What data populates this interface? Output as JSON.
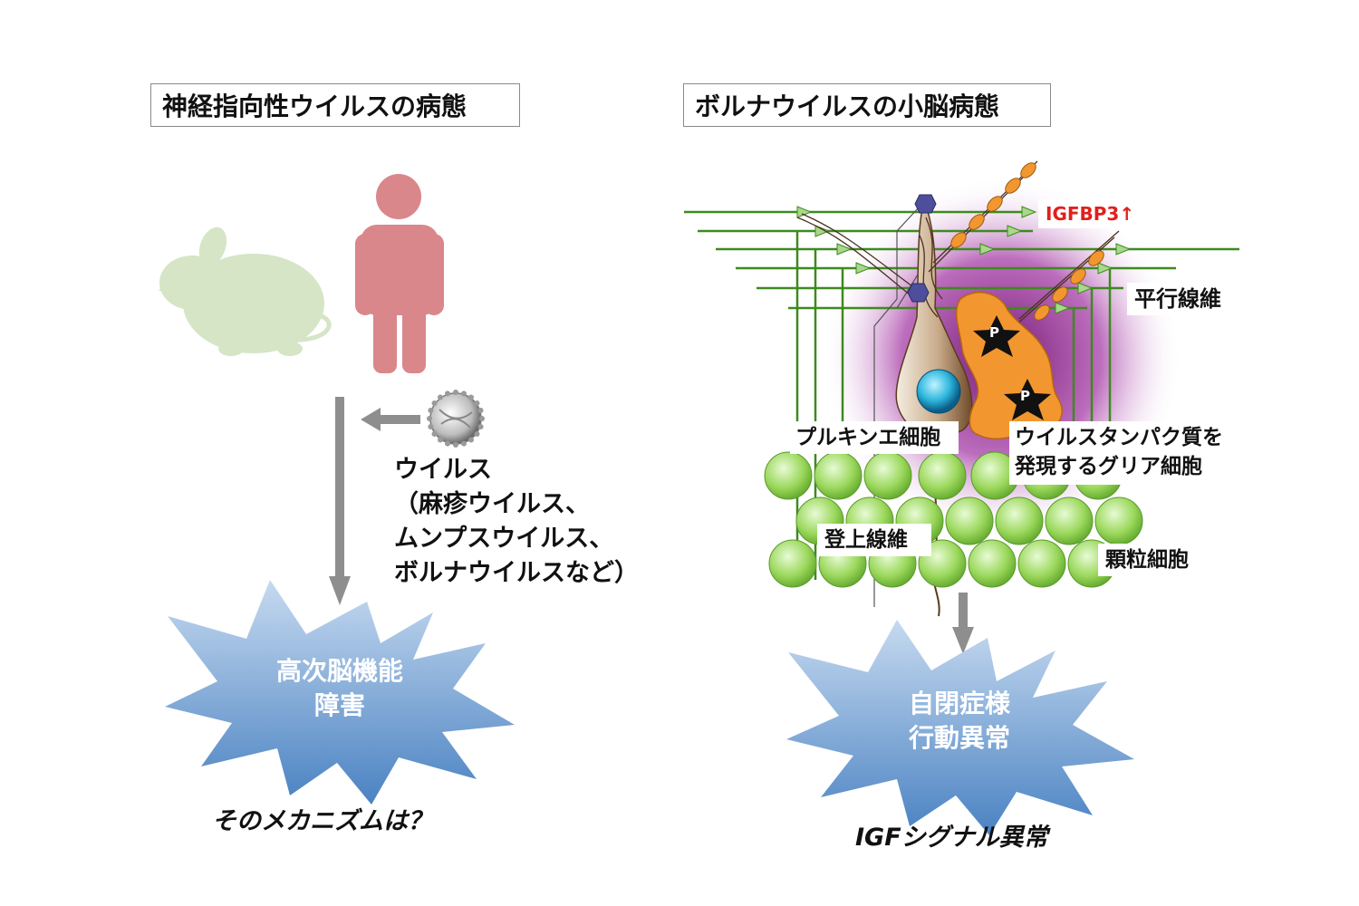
{
  "left": {
    "title": "神経指向性ウイルスの病態",
    "virus_lines": [
      "ウイルス",
      "（麻疹ウイルス、",
      "ムンプスウイルス、",
      "ボルナウイルスなど）"
    ],
    "burst_lines": [
      "高次脳機能",
      "障害"
    ],
    "caption": "そのメカニズムは？"
  },
  "right": {
    "title": "ボルナウイルスの小脳病態",
    "labels": {
      "igfbp3": "IGFBP3↑",
      "parallel_fiber": "平行線維",
      "purkinje": "プルキンエ細胞",
      "glia_line1": "ウイルスタンパク質を",
      "glia_line2": "発現するグリア細胞",
      "climbing_fiber": "登上線維",
      "granule": "顆粒細胞",
      "phospho": "P"
    },
    "burst_lines": [
      "自閉症様",
      "行動異常"
    ],
    "caption": "IGFシグナル異常"
  },
  "colors": {
    "mouse": "#d5e5c6",
    "human": "#d9878b",
    "arrow": "#8e8e8e",
    "burst_top": "#bcd3ec",
    "burst_bottom": "#4f86c4",
    "halo": "#8a1a8a",
    "glia": "#f2972f",
    "granule": "#8fd14f",
    "fiber": "#3d8a1f",
    "alert": "#e0201b"
  }
}
